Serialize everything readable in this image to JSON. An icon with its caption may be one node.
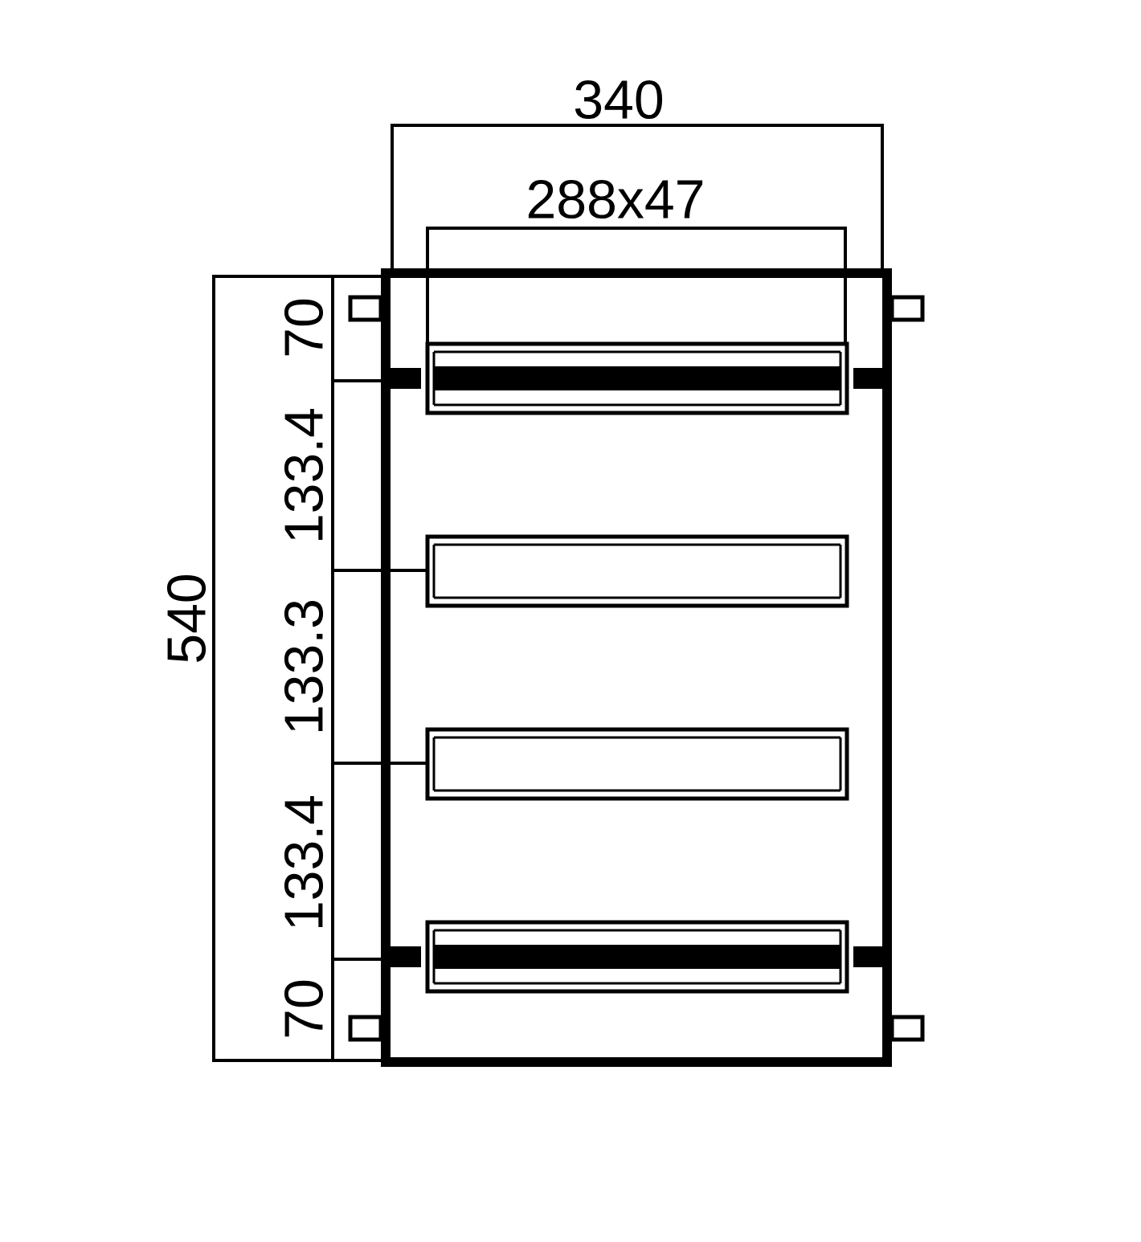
{
  "diagram": {
    "labels": [
      "340",
      "288x47",
      "540",
      "70",
      "133.4",
      "133.3",
      "133.4",
      "70"
    ]
  }
}
